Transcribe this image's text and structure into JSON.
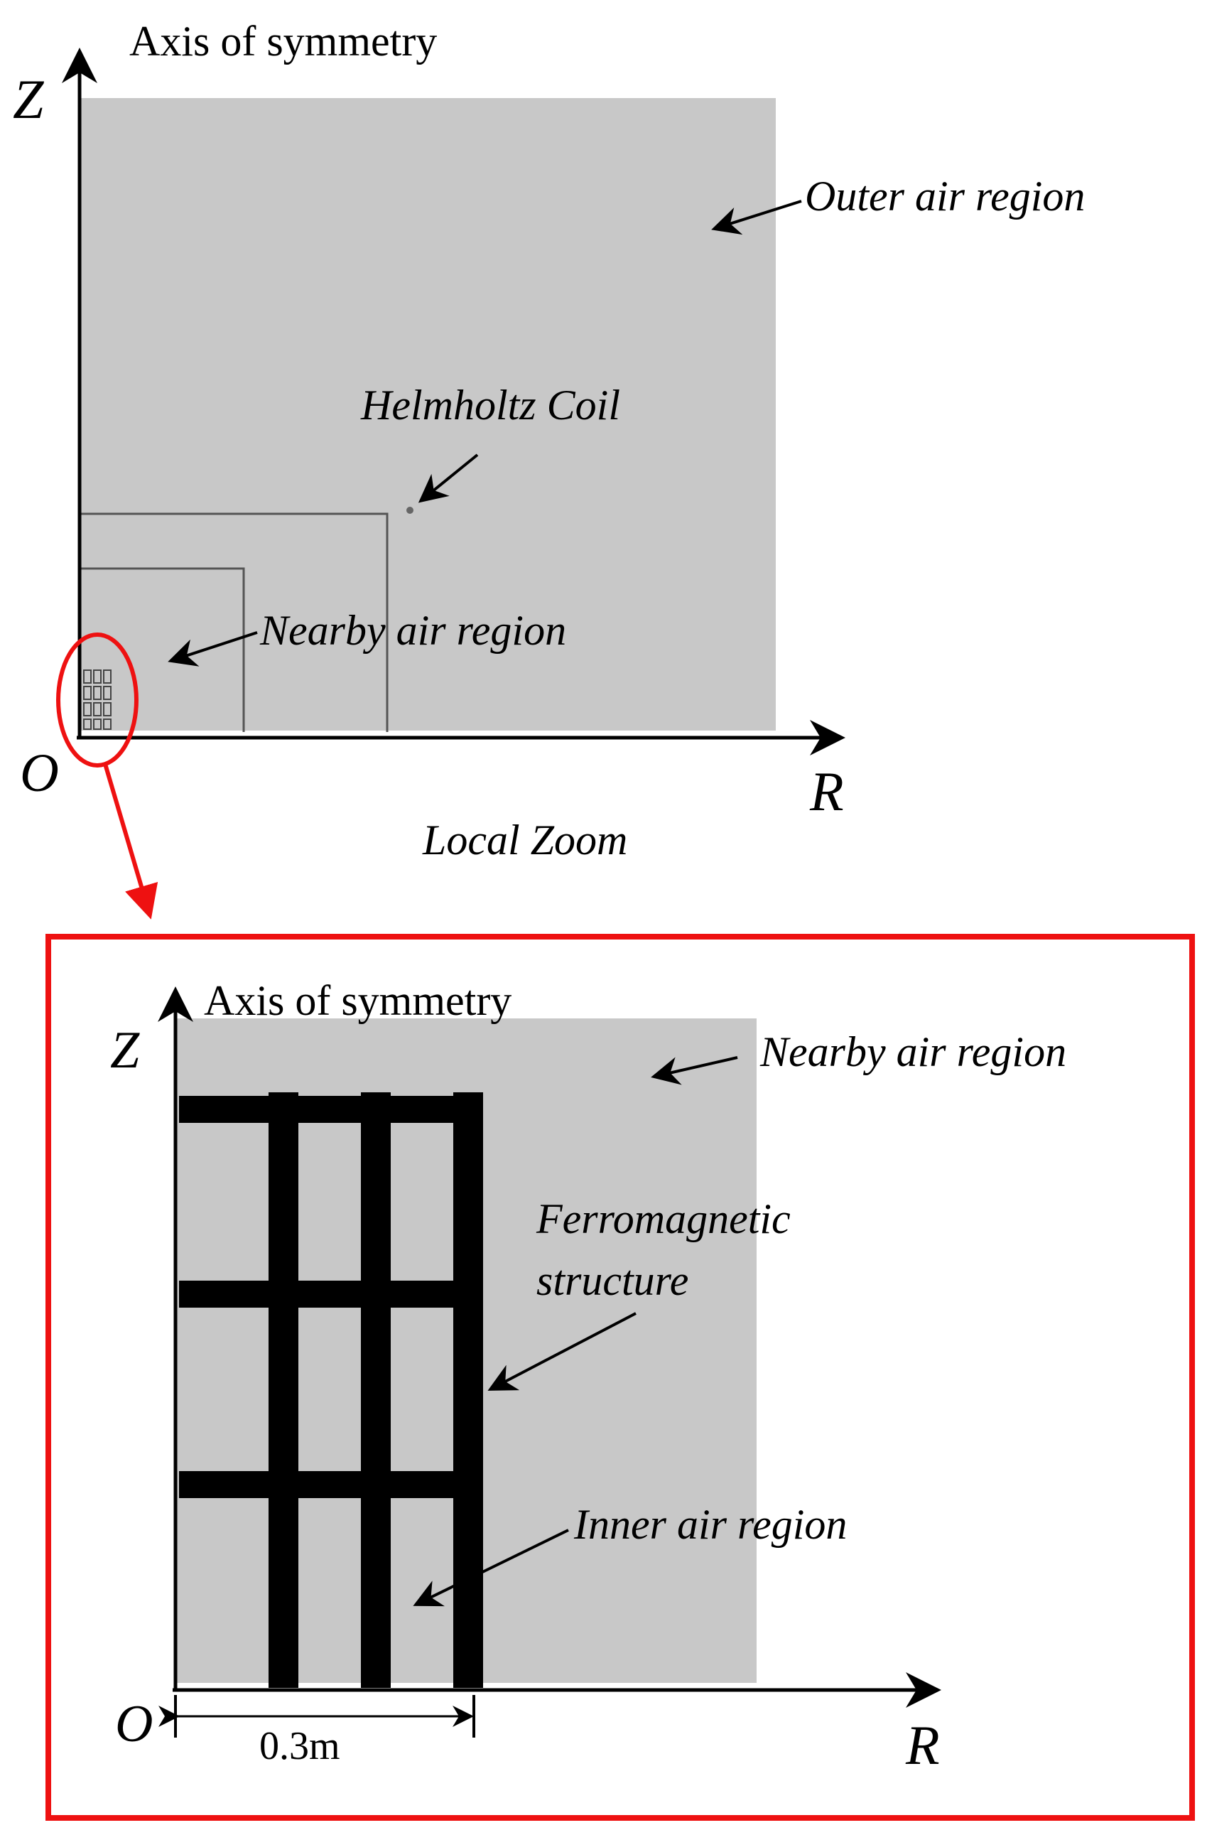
{
  "colors": {
    "region_fill": "#c8c8c8",
    "outline": "#000000",
    "highlight": "#ee1111",
    "coil_line": "#555555"
  },
  "overview": {
    "axis_of_symmetry": "Axis of symmetry",
    "z_axis": "Z",
    "r_axis": "R",
    "origin": "O",
    "outer_air_region": "Outer air region",
    "helmholtz_coil": "Helmholtz Coil",
    "nearby_air_region": "Nearby air region",
    "local_zoom": "Local Zoom"
  },
  "zoom": {
    "axis_of_symmetry": "Axis of symmetry",
    "z_axis": "Z",
    "r_axis": "R",
    "origin": "O",
    "nearby_air_region": "Nearby air region",
    "ferromagnetic_line1": "Ferromagnetic",
    "ferromagnetic_line2": "structure",
    "inner_air_region": "Inner air region",
    "dimension": "0.3m"
  }
}
